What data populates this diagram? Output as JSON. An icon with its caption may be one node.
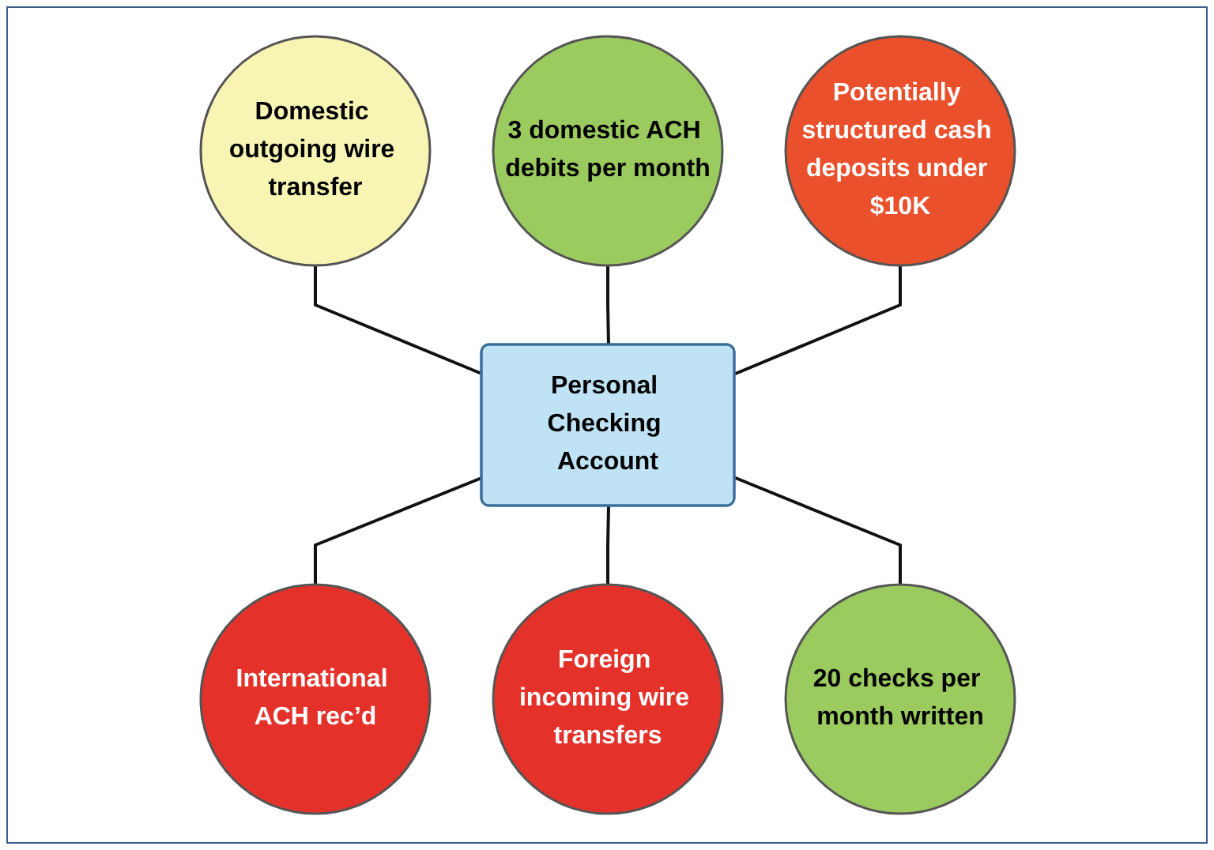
{
  "diagram": {
    "nodes": [
      {
        "text": [
          "Personal Checking Account"
        ]
      },
      {
        "text": [
          "Domestic outgoing wire transfer"
        ]
      },
      {
        "text": [
          "3 domestic ACH debits per month"
        ]
      },
      {
        "text": [
          "Potentially structured cash deposits under $10K"
        ]
      },
      {
        "text": [
          "International ACH rec’d"
        ]
      },
      {
        "text": [
          "Foreign incoming wire transfers"
        ]
      },
      {
        "text": [
          "20 checks per month written"
        ]
      }
    ],
    "edges": [
      {
        "from": 1,
        "to": 0,
        "arrow": "none"
      },
      {
        "from": 2,
        "to": 0,
        "arrow": "none"
      },
      {
        "from": 3,
        "to": 0,
        "arrow": "none"
      },
      {
        "from": 0,
        "to": 4,
        "arrow": "none"
      },
      {
        "from": 0,
        "to": 5,
        "arrow": "none"
      },
      {
        "from": 0,
        "to": 6,
        "arrow": "none"
      }
    ]
  }
}
